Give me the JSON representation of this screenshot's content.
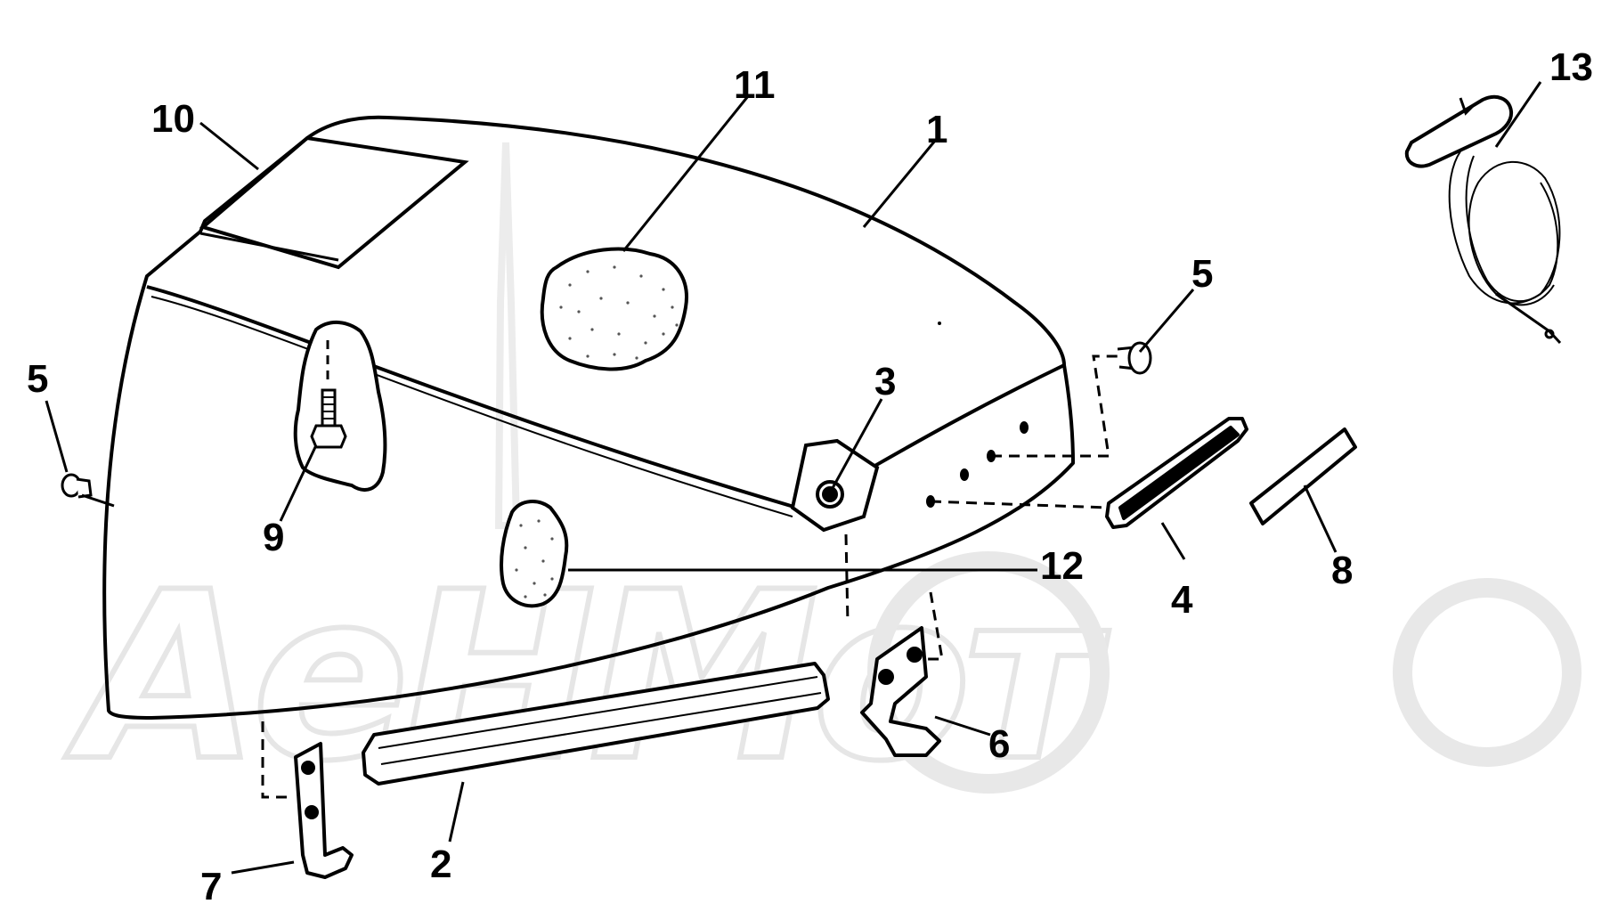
{
  "watermark": {
    "text": "AeHMoт"
  },
  "callouts": {
    "c1": "1",
    "c2": "2",
    "c3": "3",
    "c4": "4",
    "c5a": "5",
    "c5b": "5",
    "c6": "6",
    "c7": "7",
    "c8": "8",
    "c9": "9",
    "c10": "10",
    "c11": "11",
    "c12": "12",
    "c13": "13"
  },
  "colors": {
    "line": "#000000",
    "watermark": "#e6e6e6",
    "background": "#ffffff"
  }
}
